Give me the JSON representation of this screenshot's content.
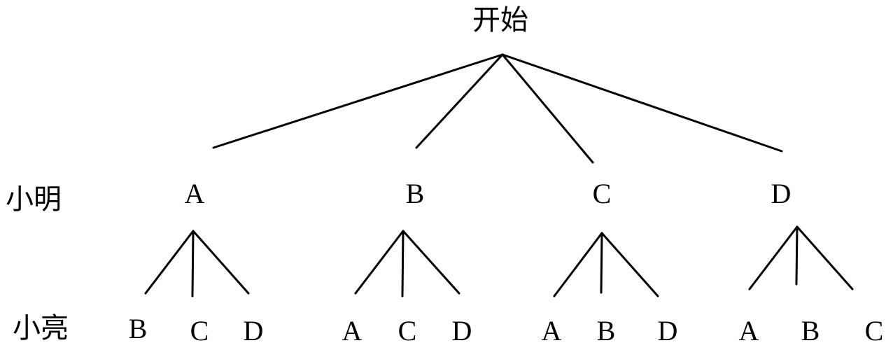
{
  "root": {
    "label": "开始"
  },
  "row_labels": {
    "level1": "小明",
    "level2": "小亮"
  },
  "level1": [
    "A",
    "B",
    "C",
    "D"
  ],
  "level2": [
    [
      "B",
      "C",
      "D"
    ],
    [
      "A",
      "C",
      "D"
    ],
    [
      "A",
      "B",
      "D"
    ],
    [
      "A",
      "B",
      "C"
    ]
  ],
  "colors": {
    "ink": "#000000",
    "background": "#ffffff"
  }
}
